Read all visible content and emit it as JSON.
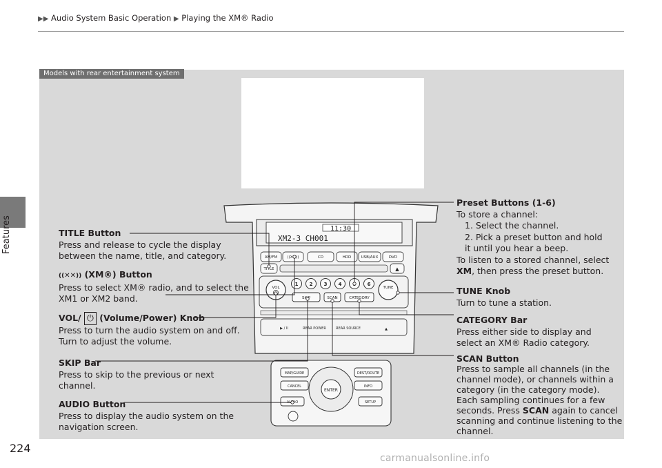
{
  "breadcrumb": {
    "items": [
      "Audio System Basic Operation",
      "Playing the XM® Radio"
    ]
  },
  "page_number": "224",
  "side_tab": "Features",
  "model_tab": "Models with rear entertainment system",
  "unit": {
    "display_clock": "11:30",
    "display_text": "XM2-3 CH001",
    "buttons_row1": [
      "AM/FM",
      "((XM))",
      "CD",
      "HDD",
      "USB/AUX",
      "DVD"
    ],
    "title_btn": "TITLE",
    "presets": [
      "1",
      "2",
      "3",
      "4",
      "5",
      "6"
    ],
    "vol": "VOL",
    "tune": "TUNE",
    "skip": "SKIP",
    "scan": "SCAN",
    "category": "CATEGORY",
    "rear_power": "REAR POWER",
    "rear_source": "REAR SOURCE",
    "nav_buttons": [
      "MAP/GUIDE",
      "DEST/ROUTE",
      "CANCEL",
      "INFO",
      "AUDIO",
      "SETUP"
    ],
    "enter": "ENTER"
  },
  "callouts": {
    "title_button": {
      "title": "TITLE Button",
      "lines": [
        "Press and release to cycle the display",
        "between the name, title, and category."
      ]
    },
    "xm_button": {
      "title": "(XM®) Button",
      "lines": [
        "Press to select XM® radio, and to select the",
        "XM1 or XM2 band."
      ]
    },
    "vol_knob": {
      "title_a": "VOL/",
      "title_b": "(Volume/Power) Knob",
      "lines": [
        "Press to turn the audio system on and off.",
        "Turn to adjust the volume."
      ]
    },
    "skip_bar": {
      "title": "SKIP Bar",
      "lines": [
        "Press to skip to the previous or next",
        "channel."
      ]
    },
    "audio_button": {
      "title": "AUDIO Button",
      "lines": [
        "Press to display the audio system on the",
        "navigation screen."
      ]
    },
    "preset_buttons": {
      "title": "Preset Buttons (1-6)",
      "intro": "To store a channel:",
      "steps": [
        "1.  Select the channel.",
        "2.  Pick a preset button and hold it until you hear a beep."
      ],
      "outro_a": "To listen to a stored channel, select",
      "outro_b": "XM",
      "outro_c": ", then press the preset button."
    },
    "tune_knob": {
      "title": "TUNE Knob",
      "lines": [
        "Turn to tune a station."
      ]
    },
    "category_bar": {
      "title": "CATEGORY Bar",
      "lines": [
        "Press either side to display and",
        "select an XM® Radio category."
      ]
    },
    "scan_button": {
      "title": "SCAN Button",
      "lines": [
        "Press to sample all channels (in the",
        "channel mode), or channels within a",
        "category (in the category mode)."
      ],
      "extra_a": "Each sampling continues for a few",
      "extra_b": "seconds. Press ",
      "extra_c": "SCAN",
      "extra_d": " again to cancel",
      "extra_e": "scanning and continue listening to the",
      "extra_f": "channel."
    }
  },
  "watermark": "carmanualsonline.info"
}
